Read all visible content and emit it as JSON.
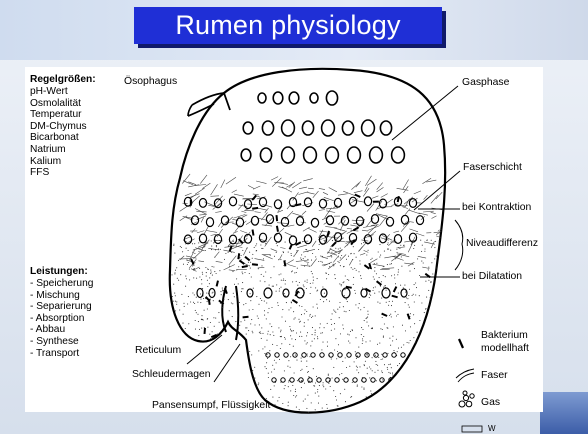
{
  "slide": {
    "title": "Rumen physiology"
  },
  "left_panel": {
    "regel_heading": "Regelgrößen:",
    "regel_items": [
      "pH-Wert",
      "Osmolalität",
      "Temperatur",
      "DM-Chymus",
      "Bicarbonat",
      "Natrium",
      "Kalium",
      "FFS"
    ],
    "leistungen_heading": "Leistungen:",
    "leistungen_items": [
      "- Speicherung",
      "- Mischung",
      "- Separierung",
      "- Absorption",
      "- Abbau",
      "- Synthese",
      "- Transport"
    ]
  },
  "labels": {
    "oesophagus": "Ösophagus",
    "gasphase": "Gasphase",
    "faserschicht": "Faserschicht",
    "kontraktion": "bei Kontraktion",
    "niveau": "Niveaudifferenz",
    "dilatation": "bei Dilatation",
    "reticulum": "Reticulum",
    "schleudermagen": "Schleudermagen",
    "pansensumpf": "Pansensumpf, Flüssigkeit"
  },
  "legend": {
    "bakterium": "Bakterium",
    "modellhaft": "modellhaft",
    "faser": "Faser",
    "gas": "Gas",
    "cut_text": "W"
  },
  "colors": {
    "title_bg": "#1f2fd6",
    "title_text": "#ffffff",
    "ink": "#000000"
  }
}
